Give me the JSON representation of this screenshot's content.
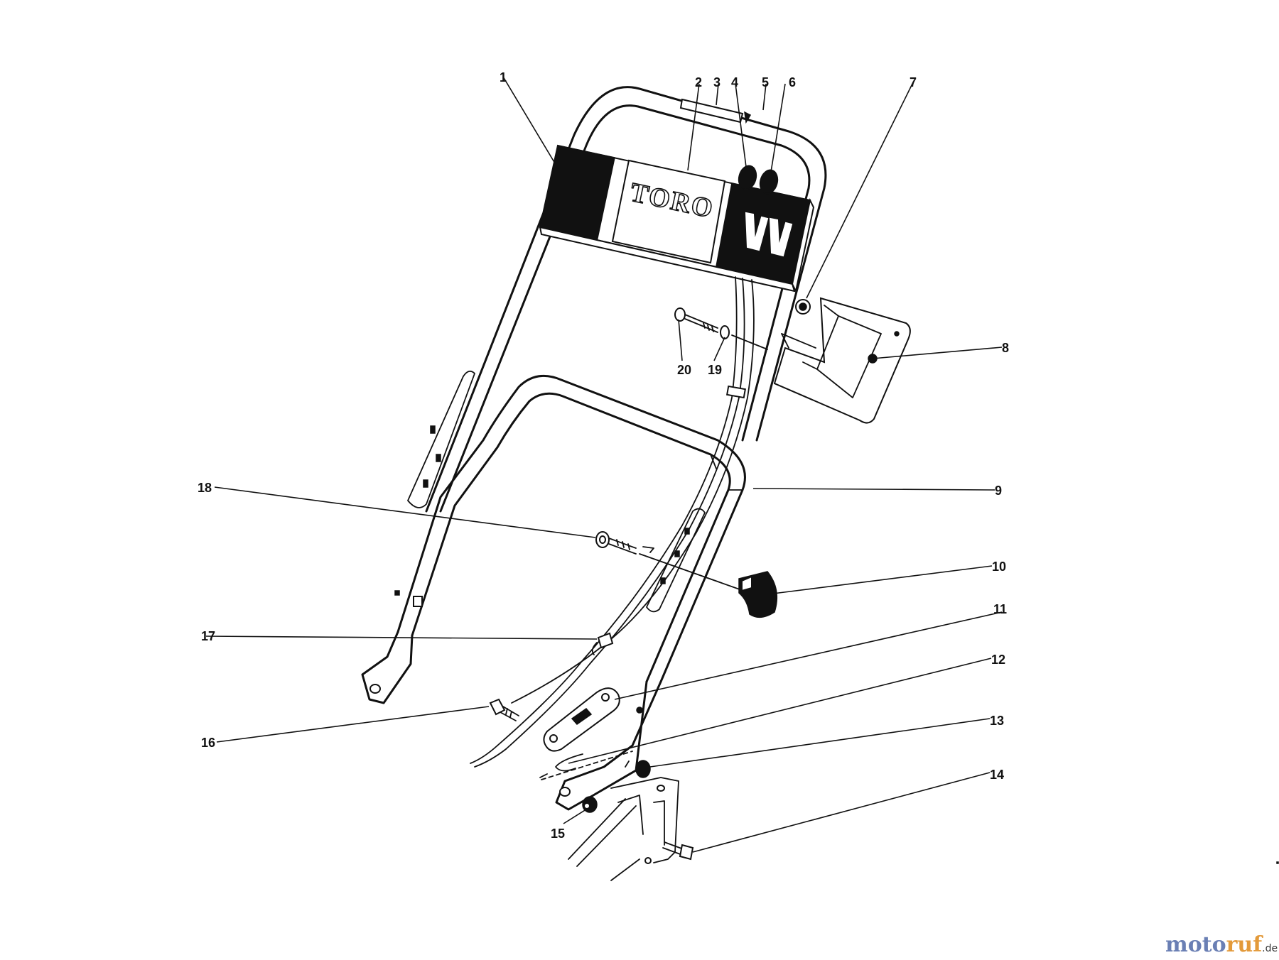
{
  "brand_logo": "TORO",
  "callouts": [
    {
      "id": "callout-1",
      "text": "1"
    },
    {
      "id": "callout-2",
      "text": "2"
    },
    {
      "id": "callout-3",
      "text": "3"
    },
    {
      "id": "callout-4",
      "text": "4"
    },
    {
      "id": "callout-5",
      "text": "5"
    },
    {
      "id": "callout-6",
      "text": "6"
    },
    {
      "id": "callout-7",
      "text": "7"
    },
    {
      "id": "callout-8",
      "text": "8"
    },
    {
      "id": "callout-9",
      "text": "9"
    },
    {
      "id": "callout-10",
      "text": "10"
    },
    {
      "id": "callout-11",
      "text": "11"
    },
    {
      "id": "callout-12",
      "text": "12"
    },
    {
      "id": "callout-13",
      "text": "13"
    },
    {
      "id": "callout-14",
      "text": "14"
    },
    {
      "id": "callout-15",
      "text": "15"
    },
    {
      "id": "callout-16",
      "text": "16"
    },
    {
      "id": "callout-17",
      "text": "17"
    },
    {
      "id": "callout-18",
      "text": "18"
    },
    {
      "id": "callout-19",
      "text": "19"
    },
    {
      "id": "callout-20",
      "text": "20"
    }
  ],
  "watermark": {
    "part1": "moto",
    "part2": "ruf",
    "suffix": ".de"
  }
}
